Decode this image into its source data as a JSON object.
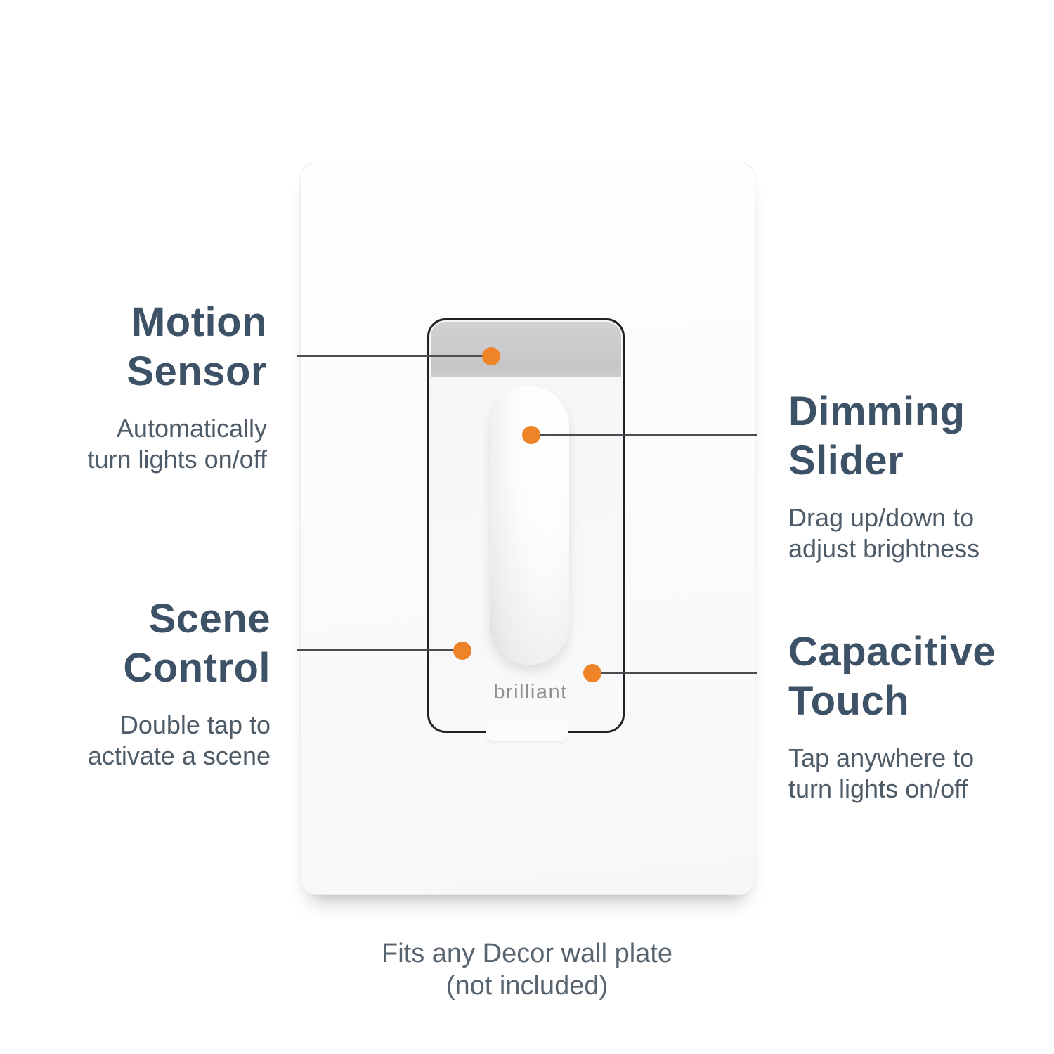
{
  "device": {
    "logo_text": "brilliant"
  },
  "callouts": {
    "motion": {
      "title1": "Motion",
      "title2": "Sensor",
      "desc1": "Automatically",
      "desc2": "turn lights on/off"
    },
    "dimming": {
      "title1": "Dimming",
      "title2": "Slider",
      "desc1": "Drag up/down to",
      "desc2": "adjust brightness"
    },
    "scene": {
      "title1": "Scene",
      "title2": "Control",
      "desc1": "Double tap to",
      "desc2": "activate a scene"
    },
    "touch": {
      "title1": "Capacitive",
      "title2": "Touch",
      "desc1": "Tap anywhere to",
      "desc2": "turn lights on/off"
    }
  },
  "caption": {
    "line1": "Fits any Decor wall plate",
    "line2": "(not included)"
  },
  "colors": {
    "accent_orange": "#EE8327",
    "heading_text": "#3D5266",
    "body_text": "#4E5B68",
    "caption_text": "#57636E",
    "leader_line": "#4C4C50",
    "device_border": "#212125",
    "sensor_strip_gray": "#C9C9CB",
    "logo_gray": "#8E9092",
    "plate_white": "#FCFCFD"
  }
}
